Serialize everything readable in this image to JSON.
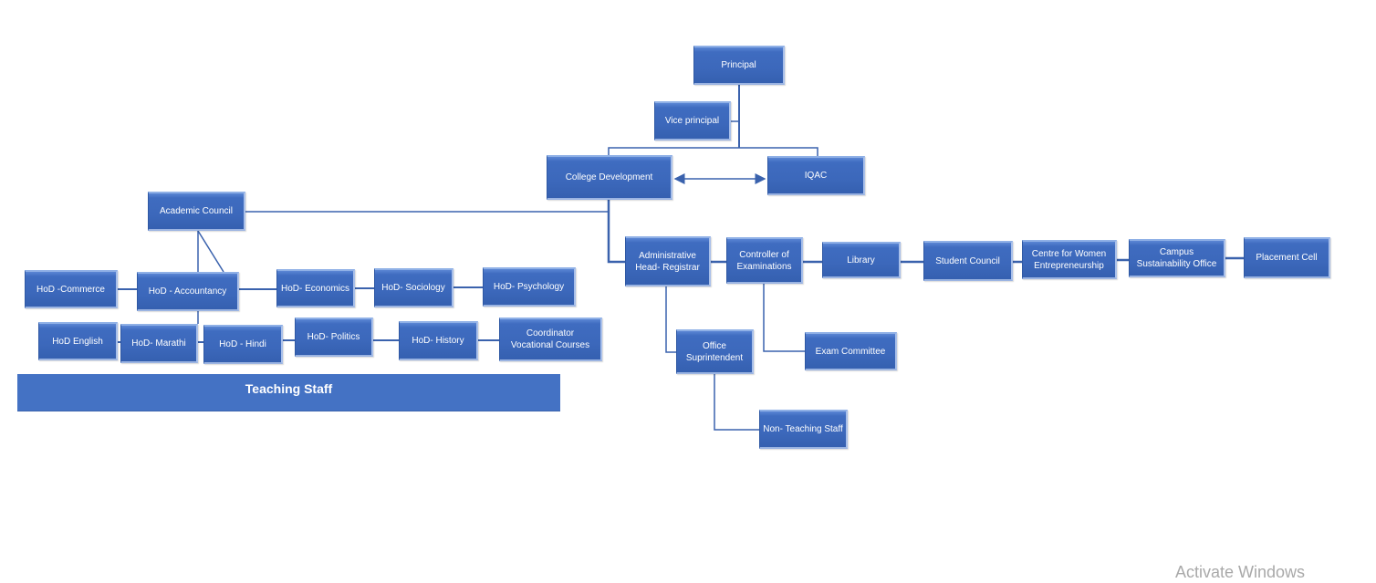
{
  "nodes": {
    "principal": "Principal",
    "vice_principal": "Vice  principal",
    "college_development": "College Development",
    "iqac": "IQAC",
    "academic_council": "Academic Council",
    "hod_commerce": "HoD -Commerce",
    "hod_accountancy": "HoD - Accountancy",
    "hod_economics": "HoD- Economics",
    "hod_sociology": "HoD- Sociology",
    "hod_psychology": "HoD- Psychology",
    "hod_english": "HoD English",
    "hod_marathi": "HoD- Marathi",
    "hod_hindi": "HoD - Hindi",
    "hod_politics": "HoD- Politics",
    "hod_history": "HoD- History",
    "coordinator_vocational": "Coordinator\nVocational Courses",
    "admin_registrar": "Administrative\nHead- Registrar",
    "controller_exams": "Controller of\nExaminations",
    "library": "Library",
    "student_council": "Student Council",
    "women_entrepreneurship": "Centre for Women\nEntrepreneurship",
    "campus_sustainability": "Campus\nSustainability Office",
    "placement_cell": "Placement   Cell",
    "office_superintendent": "Office\nSuprintendent",
    "exam_committee": "Exam Committee",
    "non_teaching_staff": "Non- Teaching Staff"
  },
  "teaching_staff_label": "Teaching Staff",
  "watermark": "Activate Windows",
  "colors": {
    "box": "#4472c4",
    "line": "#3a62ad"
  }
}
